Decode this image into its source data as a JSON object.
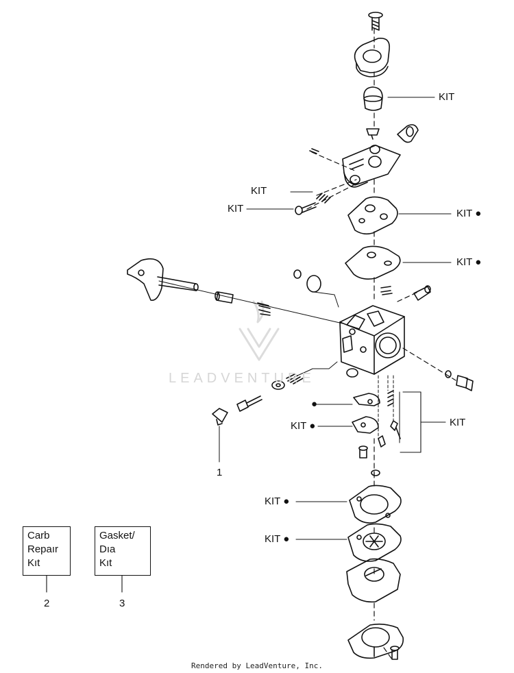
{
  "callouts": {
    "kit_primer": "KIT",
    "kit_needle": "KIT",
    "kit_screw": "KIT",
    "kit_gasket_upper": "KIT",
    "kit_diaphragm_upper": "KIT",
    "kit_lever": "KIT",
    "kit_spring_group": "KIT",
    "kit_gasket_lower": "KIT",
    "kit_diaphragm_lower": "KIT",
    "ref_1": "1",
    "ref_2": "2",
    "ref_3": "3"
  },
  "legend_boxes": [
    {
      "lines": [
        "Carb",
        "Repaır",
        "Kıt"
      ],
      "ref": "2"
    },
    {
      "lines": [
        "Gasket/",
        "Dıa",
        "Kıt"
      ],
      "ref": "3"
    }
  ],
  "watermark": "LEADVENTURE",
  "footer": "Rendered by LeadVenture, Inc."
}
